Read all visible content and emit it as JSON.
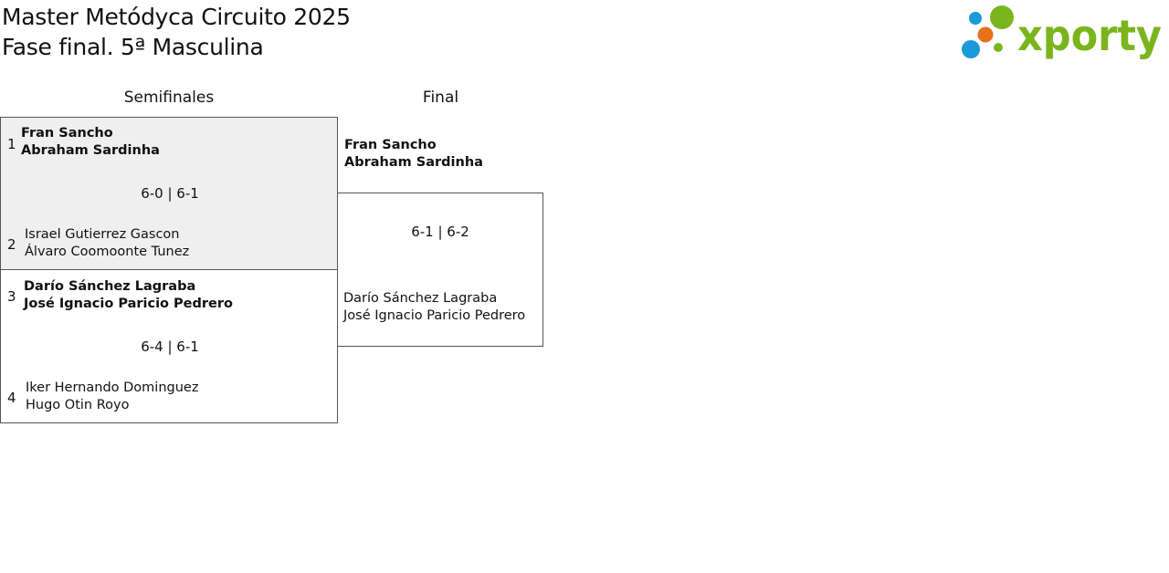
{
  "title": {
    "line1": "Master Metódyca Circuito 2025",
    "line2": "Fase final. 5ª Masculina"
  },
  "logo": {
    "text": "xporty",
    "colors": {
      "green": "#7ab51d",
      "blue": "#1a9ad6",
      "orange": "#e8711c"
    }
  },
  "rounds": [
    {
      "label": "Semifinales"
    },
    {
      "label": "Final"
    }
  ],
  "semifinals": [
    {
      "top": {
        "seed": "1",
        "player1": "Fran Sancho",
        "player2": "Abraham Sardinha",
        "winner": true
      },
      "score": "6-0 | 6-1",
      "bottom": {
        "seed": "2",
        "player1": "Israel Gutierrez Gascon",
        "player2": "Álvaro Coomoonte Tunez",
        "winner": false
      }
    },
    {
      "top": {
        "seed": "3",
        "player1": "Darío Sánchez Lagraba",
        "player2": "José Ignacio Paricio Pedrero",
        "winner": true
      },
      "score": "6-4 | 6-1",
      "bottom": {
        "seed": "4",
        "player1": "Iker Hernando Dominguez",
        "player2": "Hugo Otin Royo",
        "winner": false
      }
    }
  ],
  "final": {
    "top": {
      "player1": "Fran Sancho",
      "player2": "Abraham Sardinha",
      "winner": true
    },
    "score": "6-1 | 6-2",
    "bottom": {
      "player1": "Darío Sánchez Lagraba",
      "player2": "José Ignacio Paricio Pedrero",
      "winner": false
    }
  },
  "colors": {
    "shaded_match": "#efefef",
    "border": "#555555"
  }
}
